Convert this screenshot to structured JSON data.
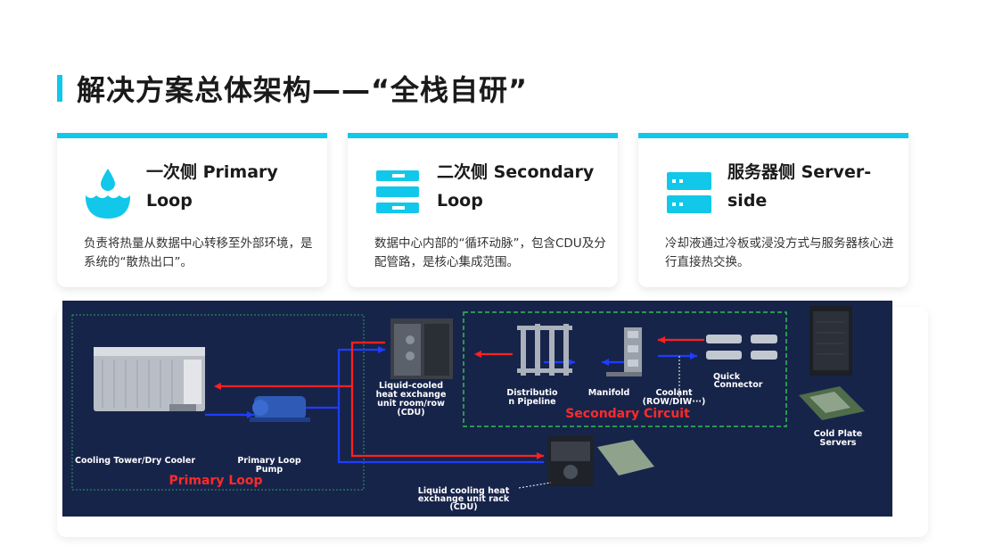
{
  "page": {
    "title": "解决方案总体架构——“全栈自研”"
  },
  "cards": [
    {
      "title": "一次侧 Primary Loop",
      "description": "负责将热量从数据中心转移至外部环境，是系统的“散热出口”。",
      "icon": "water-drop-icon"
    },
    {
      "title": "二次侧 Secondary Loop",
      "description": "数据中心内部的“循环动脉”，包含CDU及分配管路，是核心集成范围。",
      "icon": "circuit-flow-icon"
    },
    {
      "title": "服务器侧 Server-side",
      "description": "冷却液通过冷板或浸没方式与服务器核心进行直接热交换。",
      "icon": "server-stack-icon"
    }
  ],
  "diagram": {
    "labels": {
      "cooling_tower": "Cooling Tower/Dry Cooler",
      "pump_line1": "Primary Loop",
      "pump_line2": "Pump",
      "primary_loop": "Primary Loop",
      "cdu_room_line1": "Liquid-cooled",
      "cdu_room_line2": "heat exchange",
      "cdu_room_line3": "unit room/row",
      "cdu_room_line4": "(CDU)",
      "dist_line1": "Distributio",
      "dist_line2": "n Pipeline",
      "manifold": "Manifold",
      "coolant_line1": "Coolant",
      "coolant_line2": "(ROW/DIW···)",
      "quick_line1": "Quick",
      "quick_line2": "Connector",
      "secondary_circuit": "Secondary Circuit",
      "cold_plate_line1": "Cold Plate",
      "cold_plate_line2": "Servers",
      "cdu_rack_line1": "Liquid cooling heat",
      "cdu_rack_line2": "exchange unit rack",
      "cdu_rack_line3": "(CDU)"
    },
    "colors": {
      "background": "#17244a",
      "supply": "#1f3dff",
      "return": "#ff2020",
      "primary_box": "#2a9d5a",
      "secondary_box": "#2fbf4f",
      "accent": "#11c8ea"
    }
  }
}
